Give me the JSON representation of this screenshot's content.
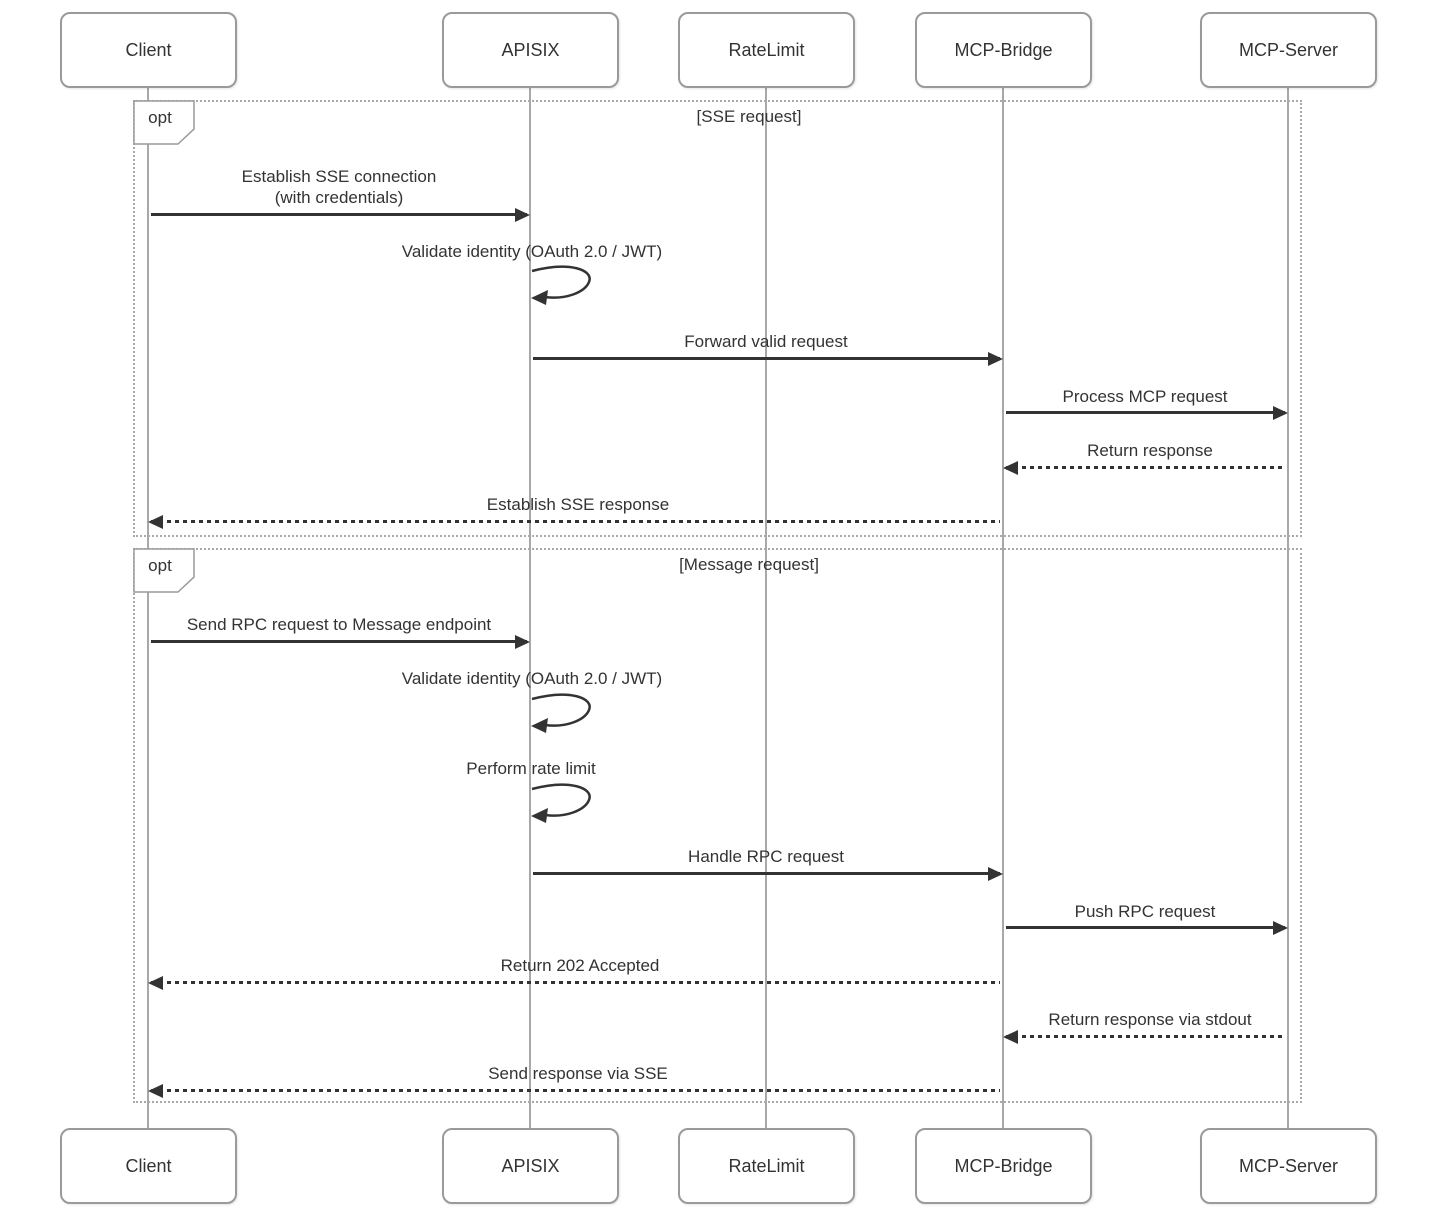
{
  "diagram": {
    "type": "sequence",
    "actors": [
      {
        "id": "client",
        "label": "Client"
      },
      {
        "id": "apisix",
        "label": "APISIX"
      },
      {
        "id": "ratelimit",
        "label": "RateLimit"
      },
      {
        "id": "mcp-bridge",
        "label": "MCP-Bridge"
      },
      {
        "id": "mcp-server",
        "label": "MCP-Server"
      }
    ],
    "fragments": [
      {
        "operator": "opt",
        "condition": "[SSE request]"
      },
      {
        "operator": "opt",
        "condition": "[Message request]"
      }
    ],
    "messages": [
      {
        "from": "Client",
        "to": "APISIX",
        "type": "solid",
        "lines": [
          "Establish SSE connection",
          "(with credentials)"
        ]
      },
      {
        "from": "APISIX",
        "to": "APISIX",
        "type": "self",
        "label": "Validate identity (OAuth 2.0 / JWT)"
      },
      {
        "from": "APISIX",
        "to": "MCP-Bridge",
        "type": "solid",
        "label": "Forward valid request"
      },
      {
        "from": "MCP-Bridge",
        "to": "MCP-Server",
        "type": "solid",
        "label": "Process MCP request"
      },
      {
        "from": "MCP-Server",
        "to": "MCP-Bridge",
        "type": "dotted",
        "label": "Return response"
      },
      {
        "from": "MCP-Bridge",
        "to": "Client",
        "type": "dotted",
        "label": "Establish SSE response"
      },
      {
        "from": "Client",
        "to": "APISIX",
        "type": "solid",
        "label": "Send RPC request to Message endpoint"
      },
      {
        "from": "APISIX",
        "to": "APISIX",
        "type": "self",
        "label": "Validate identity (OAuth 2.0 / JWT)"
      },
      {
        "from": "APISIX",
        "to": "APISIX",
        "type": "self",
        "label": "Perform rate limit"
      },
      {
        "from": "APISIX",
        "to": "MCP-Bridge",
        "type": "solid",
        "label": "Handle RPC request"
      },
      {
        "from": "MCP-Bridge",
        "to": "MCP-Server",
        "type": "solid",
        "label": "Push RPC request"
      },
      {
        "from": "MCP-Bridge",
        "to": "Client",
        "type": "dotted",
        "label": "Return 202 Accepted"
      },
      {
        "from": "MCP-Server",
        "to": "MCP-Bridge",
        "type": "dotted",
        "label": "Return response via stdout"
      },
      {
        "from": "MCP-Bridge",
        "to": "Client",
        "type": "dotted",
        "label": "Send response via SSE"
      }
    ],
    "colors": {
      "background": "#ffffff",
      "actor_border": "#9a9a9a",
      "lifeline": "#a8a8a8",
      "fragment_border": "#a9a9a9",
      "arrow": "#333333",
      "text": "#333333"
    }
  }
}
